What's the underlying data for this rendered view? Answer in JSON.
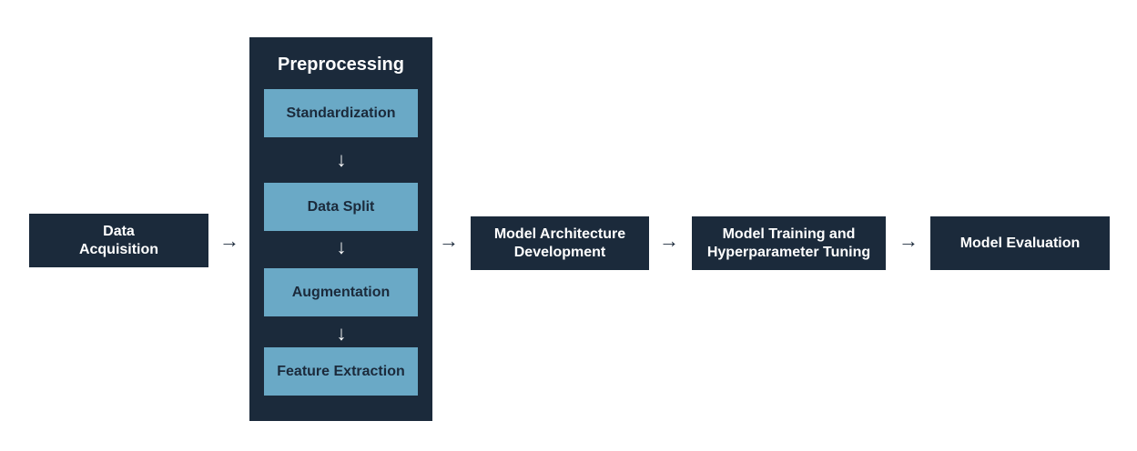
{
  "diagram": {
    "data_acquisition": "Data\nAcquisition",
    "preprocessing": {
      "title": "Preprocessing",
      "steps": [
        "Standardization",
        "Data Split",
        "Augmentation",
        "Feature Extraction"
      ]
    },
    "model_architecture": "Model Architecture\nDevelopment",
    "model_training": "Model Training and\nHyperparameter Tuning",
    "model_evaluation": "Model Evaluation",
    "arrow_right": "→",
    "arrow_down": "↓"
  },
  "colors": {
    "dark_box": "#1b2a3b",
    "light_box": "#6aa9c6",
    "text_light": "#ffffff"
  }
}
